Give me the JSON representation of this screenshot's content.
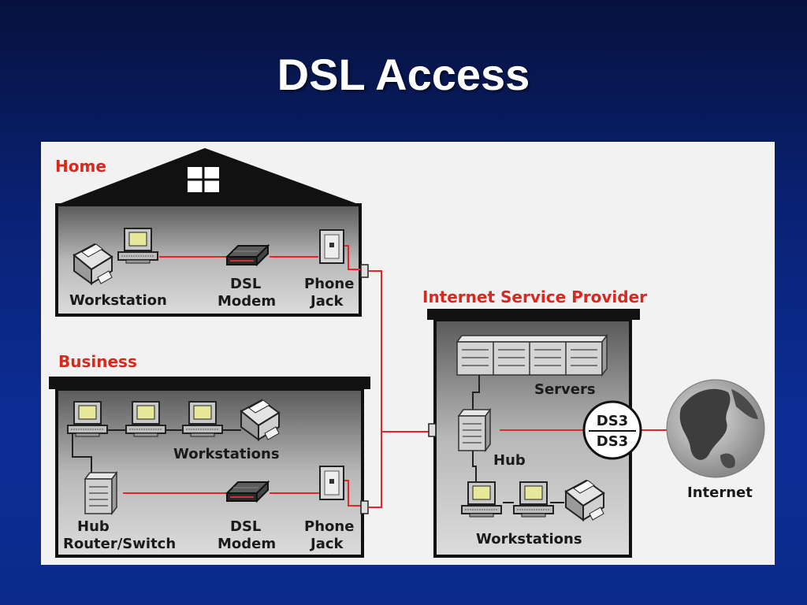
{
  "slide": {
    "title": "DSL Access"
  },
  "home": {
    "label": "Home",
    "workstation": "Workstation",
    "modem_l1": "DSL",
    "modem_l2": "Modem",
    "jack_l1": "Phone",
    "jack_l2": "Jack"
  },
  "business": {
    "label": "Business",
    "workstations": "Workstations",
    "hub_l1": "Hub",
    "hub_l2": "Router/Switch",
    "modem_l1": "DSL",
    "modem_l2": "Modem",
    "jack_l1": "Phone",
    "jack_l2": "Jack"
  },
  "isp": {
    "label": "Internet Service Provider",
    "servers": "Servers",
    "hub": "Hub",
    "workstations": "Workstations",
    "ds3_top": "DS3",
    "ds3_bottom": "DS3"
  },
  "internet": {
    "label": "Internet"
  },
  "colors": {
    "link": "#e8232b",
    "label": "#d9281e",
    "building": "#7a7a7a"
  }
}
